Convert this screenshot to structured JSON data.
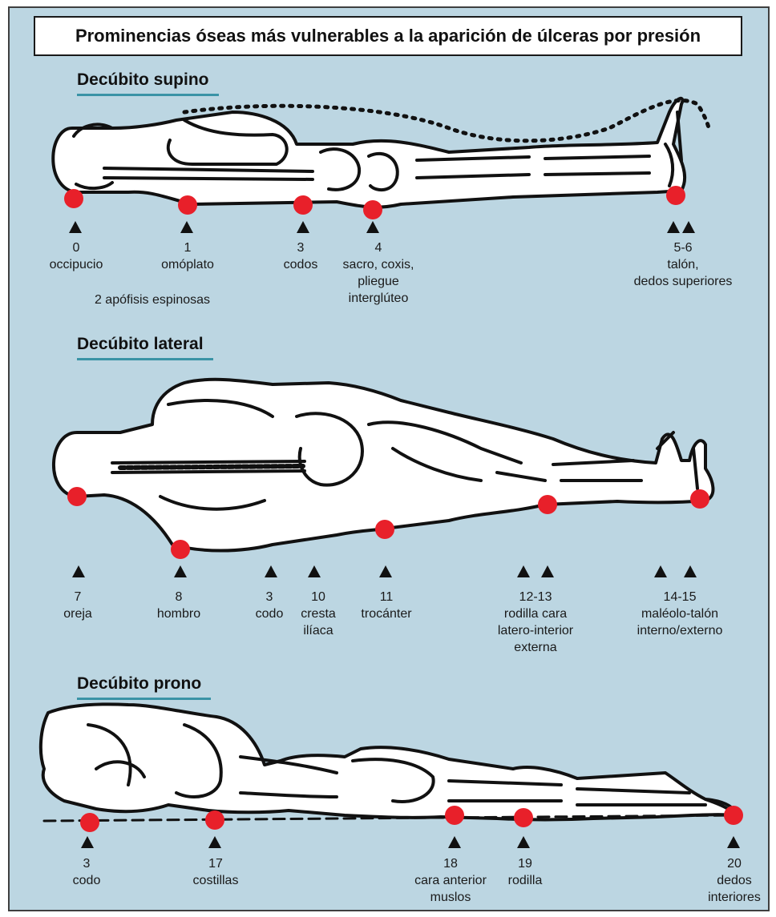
{
  "title": "Prominencias óseas más vulnerables a la aparición de úlceras por presión",
  "colors": {
    "background": "#bcd6e2",
    "pressure_point": "#e8202a",
    "underline": "#3a93a6"
  },
  "sections": [
    {
      "heading": "Decúbito supino",
      "labels": [
        {
          "num": "0",
          "text": "occipucio"
        },
        {
          "num": "1",
          "text": "omóplato"
        },
        {
          "num": "",
          "text": "2 apófisis espinosas"
        },
        {
          "num": "3",
          "text": "codos"
        },
        {
          "num": "4",
          "lines": [
            "sacro, coxis,",
            "pliegue",
            "interglúteo"
          ]
        },
        {
          "num": "5-6",
          "lines": [
            "talón,",
            "dedos superiores"
          ]
        }
      ]
    },
    {
      "heading": "Decúbito lateral",
      "labels": [
        {
          "num": "7",
          "text": "oreja"
        },
        {
          "num": "8",
          "text": "hombro"
        },
        {
          "num": "3",
          "text": "codo"
        },
        {
          "num": "10",
          "lines": [
            "cresta",
            "ilíaca"
          ]
        },
        {
          "num": "11",
          "text": "trocánter"
        },
        {
          "num": "12-13",
          "lines": [
            "rodilla cara",
            "latero-interior",
            "externa"
          ]
        },
        {
          "num": "14-15",
          "lines": [
            "maléolo-talón",
            "interno/externo"
          ]
        }
      ]
    },
    {
      "heading": "Decúbito prono",
      "labels": [
        {
          "num": "3",
          "text": "codo"
        },
        {
          "num": "17",
          "text": "costillas"
        },
        {
          "num": "18",
          "lines": [
            "cara anterior",
            "muslos"
          ]
        },
        {
          "num": "19",
          "text": "rodilla"
        },
        {
          "num": "20",
          "lines": [
            "dedos",
            "interiores"
          ]
        }
      ]
    }
  ]
}
